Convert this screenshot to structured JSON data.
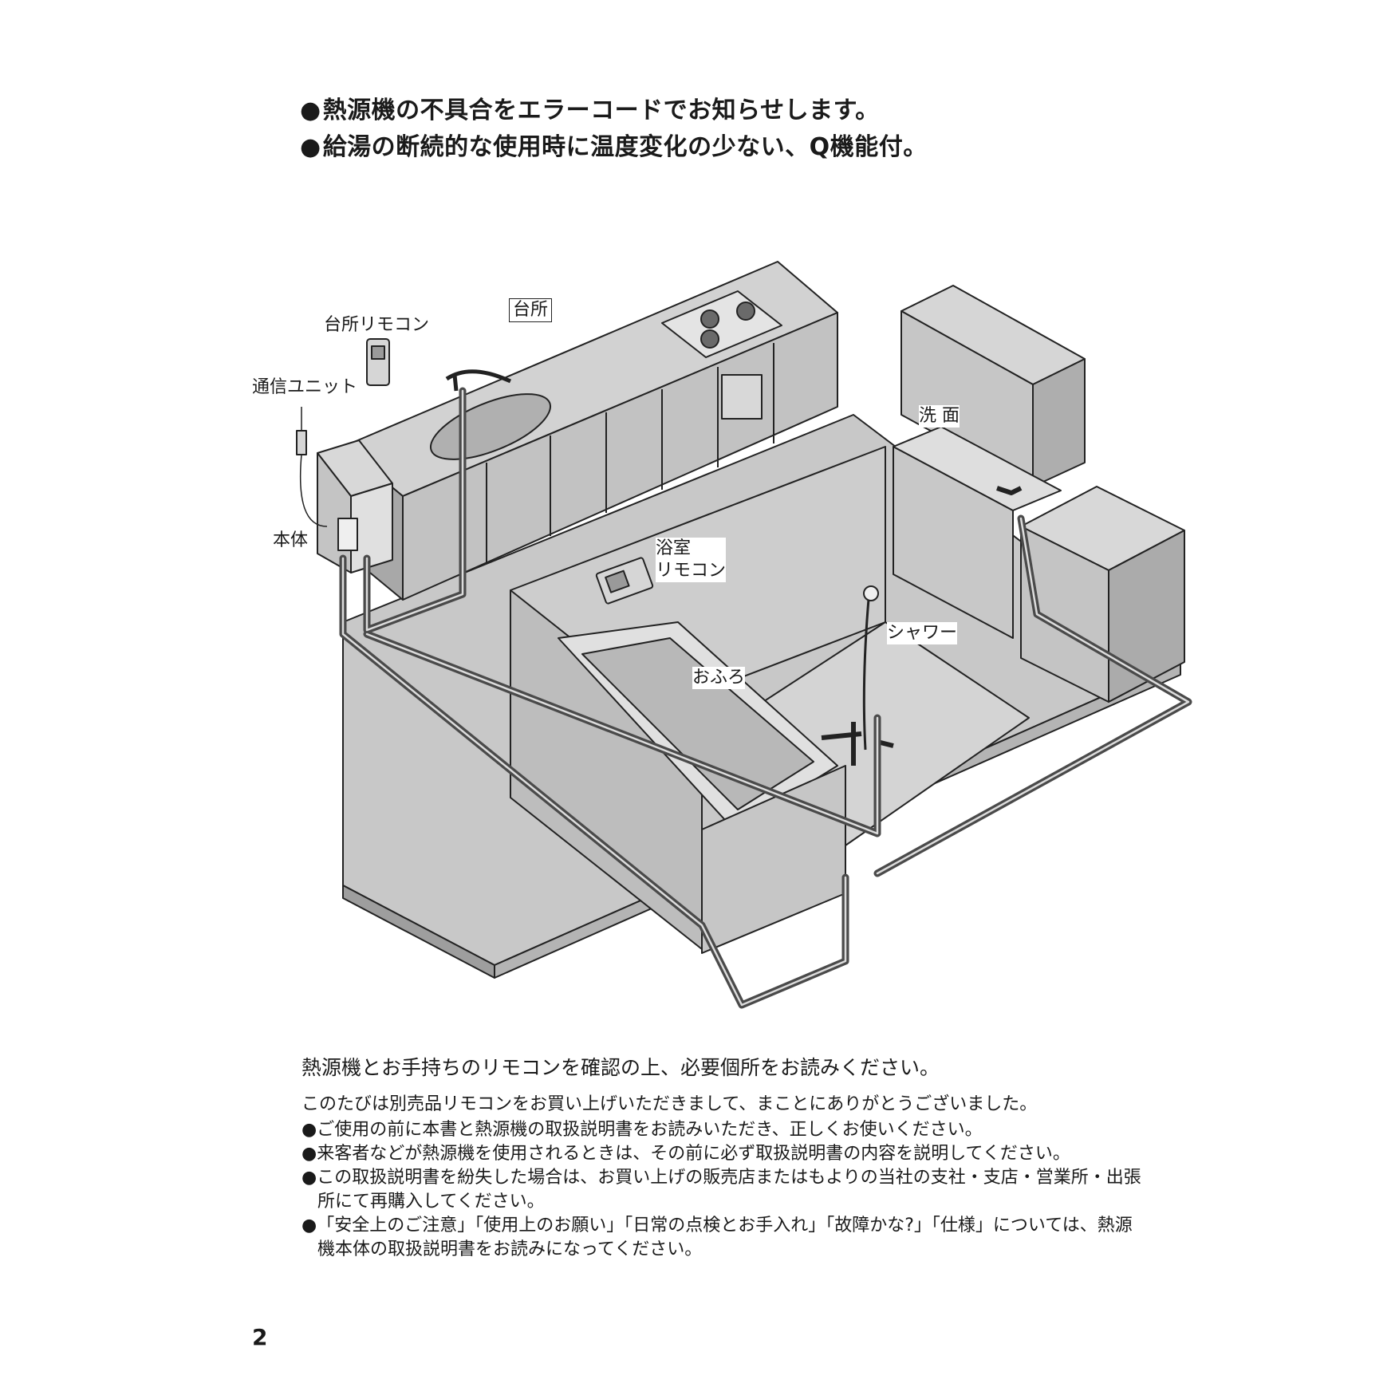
{
  "features": [
    {
      "bullet": "●",
      "text": "熱源機の不具合をエラーコードでお知らせします。"
    },
    {
      "bullet": "●",
      "text": "給湯の断続的な使用時に温度変化の少ない、Q機能付。"
    }
  ],
  "labels": {
    "kitchen": "台所",
    "kitchen_remote": "台所リモコン",
    "comm_unit": "通信ユニット",
    "main_unit": "本体",
    "washroom": "洗 面",
    "bath_remote_line1": "浴室",
    "bath_remote_line2": "リモコン",
    "shower": "シャワー",
    "bathtub": "おふろ"
  },
  "intro": "熱源機とお手持ちのリモコンを確認の上、必要個所をお読みください。",
  "thanks": "このたびは別売品リモコンをお買い上げいただきまして、まことにありがとうございました。",
  "notes": [
    {
      "bullet": "●",
      "text": "ご使用の前に本書と熱源機の取扱説明書をお読みいただき、正しくお使いください。"
    },
    {
      "bullet": "●",
      "text": "来客者などが熱源機を使用されるときは、その前に必ず取扱説明書の内容を説明してください。"
    },
    {
      "bullet": "●",
      "text": "この取扱説明書を紛失した場合は、お買い上げの販売店またはもよりの当社の支社・支店・営業所・出張所にて再購入してください。"
    },
    {
      "bullet": "●",
      "text": "「安全上のご注意」「使用上のお願い」「日常の点検とお手入れ」「故障かな?」「仕様」については、熱源機本体の取扱説明書をお読みになってください。"
    }
  ],
  "page_number": "2",
  "colors": {
    "floor": "#c8c8c8",
    "fixture_gray": "#d2d2d2",
    "dark_gray": "#9e9e9e",
    "outline": "#222222",
    "pipe": "#4a4a4a",
    "pipe_highlight": "#dcdcdc"
  }
}
